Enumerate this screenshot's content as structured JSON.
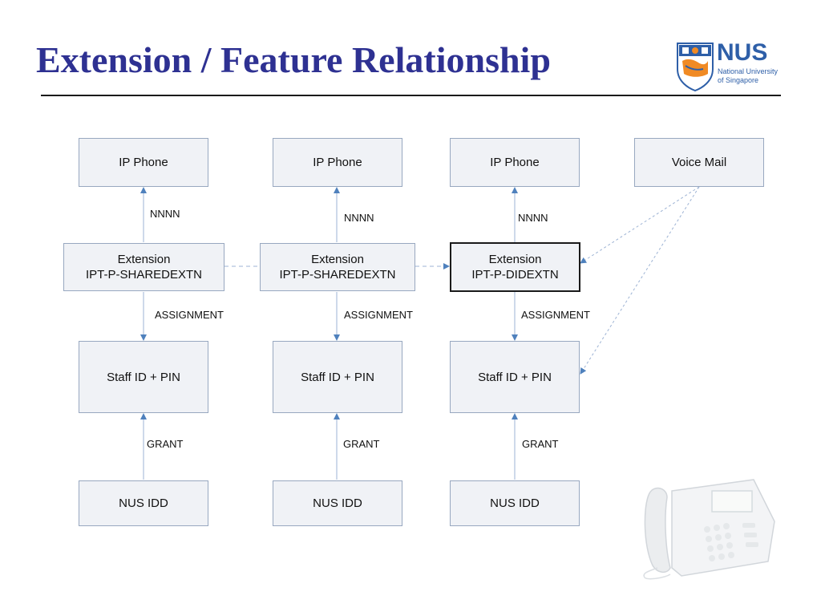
{
  "slide": {
    "title": "Extension / Feature Relationship"
  },
  "logo": {
    "main": "NUS",
    "sub_line1": "National University",
    "sub_line2": "of Singapore",
    "colors": {
      "blue": "#2e5fa8",
      "orange": "#f08a24"
    }
  },
  "diagram": {
    "columns": [
      {
        "phone": "IP Phone",
        "phone_link": "NNNN",
        "extension_line1": "Extension",
        "extension_line2": "IPT-P-SHAREDEXTN",
        "assignment": "ASSIGNMENT",
        "staff": "Staff ID + PIN",
        "grant": "GRANT",
        "idd": "NUS IDD"
      },
      {
        "phone": "IP Phone",
        "phone_link": "NNNN",
        "extension_line1": "Extension",
        "extension_line2": "IPT-P-SHAREDEXTN",
        "assignment": "ASSIGNMENT",
        "staff": "Staff ID + PIN",
        "grant": "GRANT",
        "idd": "NUS IDD"
      },
      {
        "phone": "IP Phone",
        "phone_link": "NNNN",
        "extension_line1": "Extension",
        "extension_line2": "IPT-P-DIDEXTN",
        "assignment": "ASSIGNMENT",
        "staff": "Staff ID + PIN",
        "grant": "GRANT",
        "idd": "NUS IDD"
      }
    ],
    "voice_mail": "Voice Mail",
    "colors": {
      "node_fill": "#f0f2f6",
      "node_border": "#98a8c0",
      "arrow": "#4f81bd",
      "title": "#2e3192"
    }
  }
}
